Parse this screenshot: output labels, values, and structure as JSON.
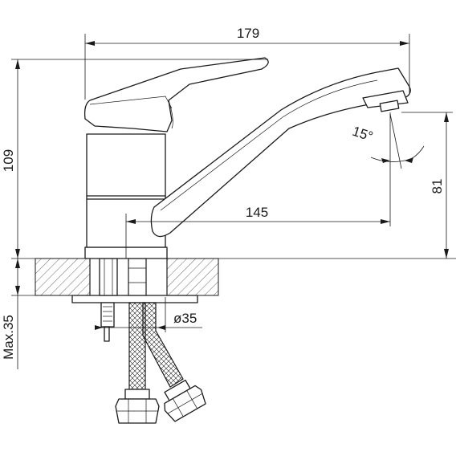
{
  "dimensions": {
    "overall_width": "179",
    "overall_height": "109",
    "spout_reach": "145",
    "spout_height": "81",
    "swivel_angle": "15°",
    "hole_diameter": "ø35",
    "max_deck_thickness": "Max.35"
  }
}
